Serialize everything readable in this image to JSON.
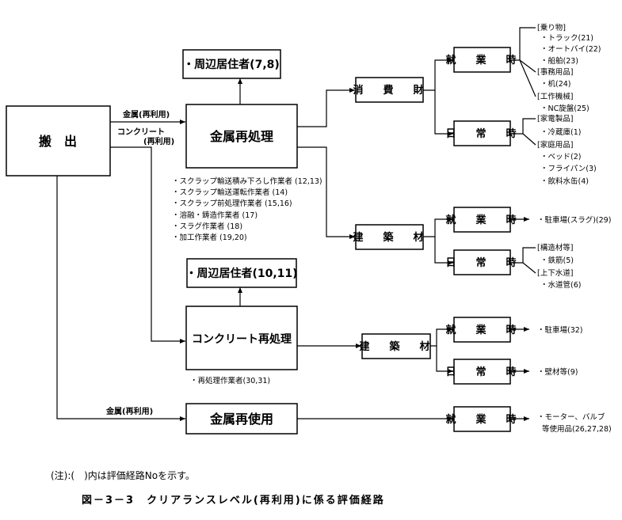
{
  "boxes": {
    "hanshutsu": "搬　出",
    "kinzoku_saishori": "金属再処理",
    "shuhen1": "・周辺居住者(7,8)",
    "shohizai": "消　費　財",
    "kenchikuzai1": "建　築　材",
    "shugyo1": "就　業　時",
    "nichijo1": "日　常　時",
    "shugyo2": "就　業　時",
    "nichijo2": "日　常　時",
    "shuhen2": "・周辺居住者(10,11)",
    "concrete_saishori": "コンクリート再処理",
    "kenchikuzai2": "建　築　材",
    "shugyo3": "就　業　時",
    "nichijo3": "日　常　時",
    "kinzoku_saishiyo": "金属再使用",
    "shugyo4": "就　業　時"
  },
  "edge_labels": {
    "metal_recycle": "金属(再利用)",
    "concrete_line1": "コンクリート",
    "concrete_line2": "(再利用)",
    "metal_reuse": "金属(再利用)"
  },
  "workers_metal": [
    "・スクラップ輸送積み下ろし作業者 (12,13)",
    "・スクラップ輸送運転作業者 (14)",
    "・スクラップ前処理作業者 (15,16)",
    "・溶融・鋳造作業者 (17)",
    "・スラグ作業者 (18)",
    "・加工作業者 (19,20)"
  ],
  "workers_concrete": "・再処理作業者(30,31)",
  "consumer_work_list": [
    "[乗り物]",
    "・トラック(21)",
    "・オートバイ(22)",
    "・船舶(23)",
    "[事務用品]",
    "・机(24)",
    "[工作機械]",
    "・NC旋盤(25)"
  ],
  "consumer_daily_list": [
    "[家電製品]",
    "・冷蔵庫(1)",
    "[家庭用品]",
    "・ベッド(2)",
    "・フライパン(3)",
    "・飲料水缶(4)"
  ],
  "building_work1": "・駐車場(スラグ)(29)",
  "building_daily1_list": [
    "[構造材等]",
    "・鉄筋(5)",
    "[上下水道]",
    "・水道管(6)"
  ],
  "building_work2": "・駐車場(32)",
  "building_daily2": "・壁材等(9)",
  "reuse_work_line1": "・モーター、バルブ",
  "reuse_work_line2": "等使用品(26,27,28)",
  "note": "(注):(　)内は評価経路Noを示す。",
  "caption": "図－3－3　クリアランスレベル(再利用)に係る評価経路"
}
